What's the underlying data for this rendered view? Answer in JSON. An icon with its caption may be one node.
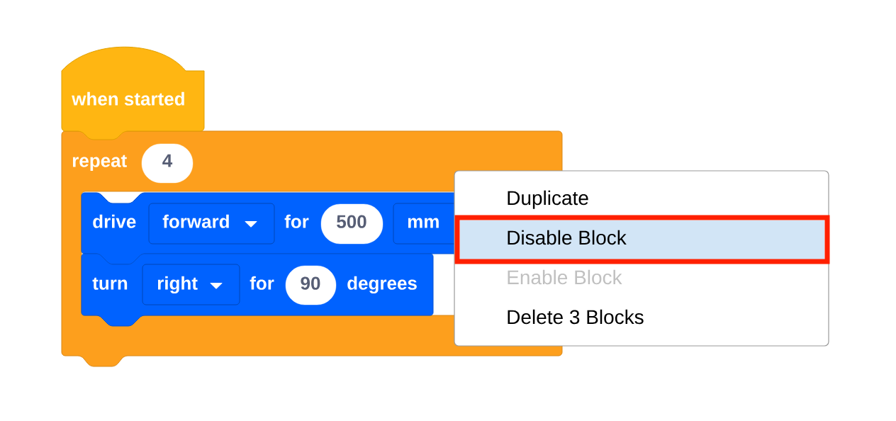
{
  "diagram": {
    "nodes": [
      {
        "text": [
          "when started"
        ]
      },
      {
        "text": [
          "repeat"
        ]
      },
      {
        "text": [
          "4"
        ],
        "in": 1
      },
      {
        "text": [
          "drive",
          "for"
        ],
        "in": 1
      },
      {
        "text": [
          "forward"
        ],
        "in": 3
      },
      {
        "text": [
          "500"
        ],
        "in": 3
      },
      {
        "text": [
          "mm"
        ],
        "in": 3
      },
      {
        "text": [
          "turn",
          "for",
          "degrees"
        ],
        "in": 1
      },
      {
        "text": [
          "right"
        ],
        "in": 7
      },
      {
        "text": [
          "90"
        ],
        "in": 7
      },
      {
        "text": [],
        "shape": "box"
      },
      {
        "text": [
          "Duplicate"
        ],
        "in": 10
      },
      {
        "text": [
          "Disable Block"
        ],
        "in": 10
      },
      {
        "text": [
          "Enable Block"
        ],
        "in": 10
      },
      {
        "text": [
          "Delete 3 Blocks"
        ],
        "in": 10
      }
    ]
  }
}
